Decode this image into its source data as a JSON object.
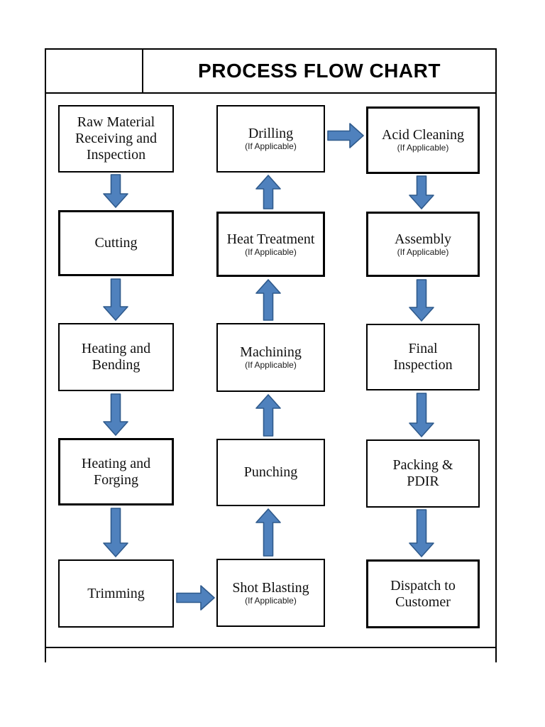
{
  "header": {
    "title": "PROCESS FLOW CHART"
  },
  "colors": {
    "arrow_fill": "#4f81bd",
    "arrow_stroke": "#2f5a8c",
    "box_border": "#000000"
  },
  "flow": {
    "columns": [
      {
        "id": "forging-line",
        "boxes": [
          {
            "id": "raw-material",
            "label": "Raw Material\nReceiving and\nInspection",
            "sub": ""
          },
          {
            "id": "cutting",
            "label": "Cutting",
            "sub": ""
          },
          {
            "id": "heating-bending",
            "label": "Heating and\nBending",
            "sub": ""
          },
          {
            "id": "heating-forging",
            "label": "Heating and\nForging",
            "sub": ""
          },
          {
            "id": "trimming",
            "label": "Trimming",
            "sub": ""
          }
        ]
      },
      {
        "id": "machining-line",
        "boxes": [
          {
            "id": "drilling",
            "label": "Drilling",
            "sub": "(If Applicable)"
          },
          {
            "id": "heat-treatment",
            "label": "Heat Treatment",
            "sub": "(If Applicable)"
          },
          {
            "id": "machining",
            "label": "Machining",
            "sub": "(If Applicable)"
          },
          {
            "id": "punching",
            "label": "Punching",
            "sub": ""
          },
          {
            "id": "shot-blasting",
            "label": "Shot Blasting",
            "sub": "(If Applicable)"
          }
        ]
      },
      {
        "id": "dispatch-line",
        "boxes": [
          {
            "id": "acid-cleaning",
            "label": "Acid Cleaning",
            "sub": "(If Applicable)"
          },
          {
            "id": "assembly",
            "label": "Assembly",
            "sub": "(If Applicable)"
          },
          {
            "id": "final-inspection",
            "label": "Final\nInspection",
            "sub": ""
          },
          {
            "id": "packing-pdir",
            "label": "Packing &\nPDIR",
            "sub": ""
          },
          {
            "id": "dispatch",
            "label": "Dispatch to\nCustomer",
            "sub": ""
          }
        ]
      }
    ],
    "connections": [
      {
        "from": "raw-material",
        "to": "cutting"
      },
      {
        "from": "cutting",
        "to": "heating-bending"
      },
      {
        "from": "heating-bending",
        "to": "heating-forging"
      },
      {
        "from": "heating-forging",
        "to": "trimming"
      },
      {
        "from": "trimming",
        "to": "shot-blasting"
      },
      {
        "from": "shot-blasting",
        "to": "punching"
      },
      {
        "from": "punching",
        "to": "machining"
      },
      {
        "from": "machining",
        "to": "heat-treatment"
      },
      {
        "from": "heat-treatment",
        "to": "drilling"
      },
      {
        "from": "drilling",
        "to": "acid-cleaning"
      },
      {
        "from": "acid-cleaning",
        "to": "assembly"
      },
      {
        "from": "assembly",
        "to": "final-inspection"
      },
      {
        "from": "final-inspection",
        "to": "packing-pdir"
      },
      {
        "from": "packing-pdir",
        "to": "dispatch"
      }
    ]
  }
}
